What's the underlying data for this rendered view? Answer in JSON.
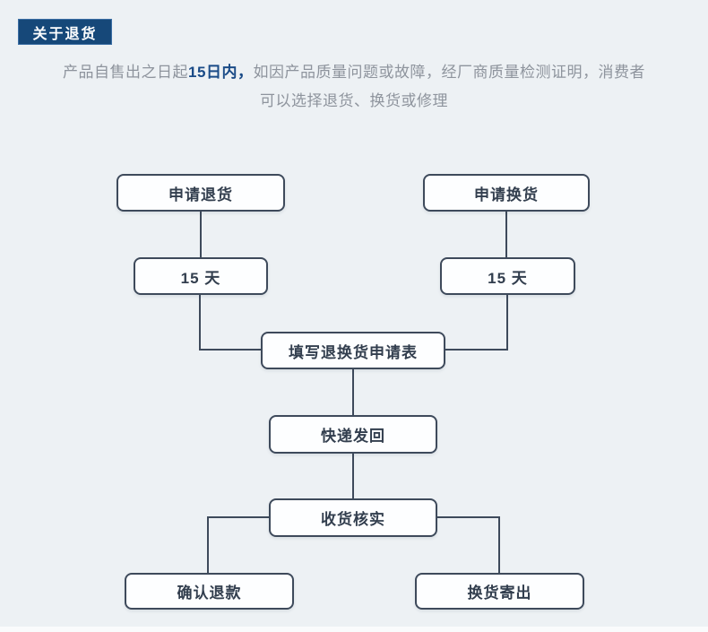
{
  "page": {
    "background_color": "#edf1f4",
    "accent_blue": "#164879",
    "line_color": "#3e4a5b",
    "box_text_color": "#323e4e",
    "intro_text_color": "#8e949d",
    "highlight_color": "#1a4b87"
  },
  "header": {
    "badge_label": "关于退货"
  },
  "intro": {
    "line1_prefix": "产品自售出之日起",
    "highlight": "15日内，",
    "line1_suffix": "如因产品质量问题或故障，经厂商质量检测证明，消费者",
    "line2": "可以选择退货、换货或修理"
  },
  "flowchart": {
    "nodes": [
      {
        "id": "apply-return",
        "label": "申请退货"
      },
      {
        "id": "apply-exchange",
        "label": "申请换货"
      },
      {
        "id": "days-return",
        "label": "15 天"
      },
      {
        "id": "days-exchange",
        "label": "15 天"
      },
      {
        "id": "fill-form",
        "label": "填写退换货申请表"
      },
      {
        "id": "express-back",
        "label": "快递发回"
      },
      {
        "id": "receive-verify",
        "label": "收货核实"
      },
      {
        "id": "confirm-refund",
        "label": "确认退款"
      },
      {
        "id": "exchange-ship",
        "label": "换货寄出"
      }
    ]
  }
}
